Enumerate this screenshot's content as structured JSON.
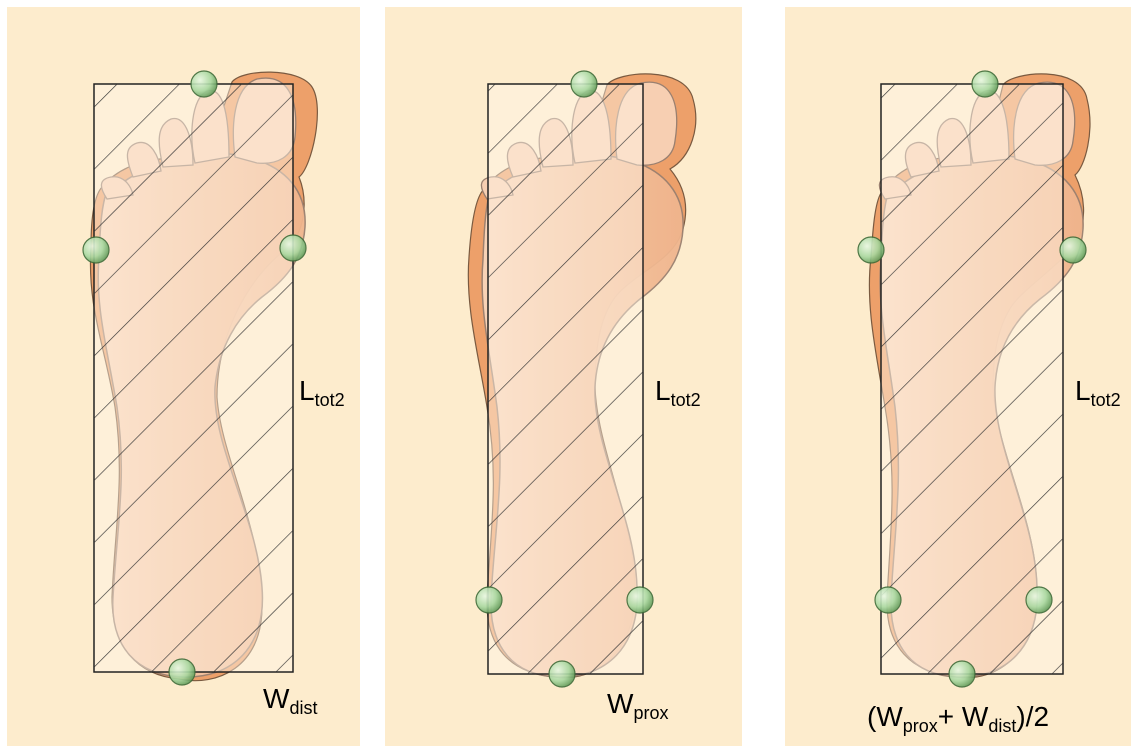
{
  "panels": [
    {
      "id": "distal",
      "length_label": {
        "main": "L",
        "sub": "tot2"
      },
      "width_label": {
        "main": "W",
        "sub": "dist"
      }
    },
    {
      "id": "proximal",
      "length_label": {
        "main": "L",
        "sub": "tot2"
      },
      "width_label": {
        "main": "W",
        "sub": "prox"
      }
    },
    {
      "id": "average",
      "length_label": {
        "main": "L",
        "sub": "tot2"
      },
      "width_label": {
        "open": "(W",
        "sub1": "prox",
        "mid": "+ W",
        "sub2": "dist",
        "close": ")/2"
      }
    }
  ],
  "colors": {
    "panel_background": "#fdeccd",
    "foot_fill": "#f6c8a5",
    "foot_shadow": "#e9995c",
    "rectangle_fill": "#fff7e8",
    "hatch": "#333333",
    "landmark_marker": "#9fd49a"
  }
}
